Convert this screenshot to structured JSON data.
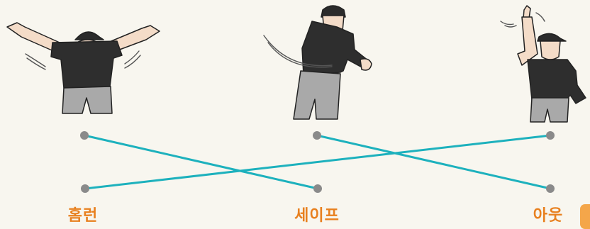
{
  "labels": {
    "left": "홈런",
    "center": "세이프",
    "right": "아웃"
  },
  "colors": {
    "label": "#e8801f",
    "line": "#1db1bd",
    "dot": "#8a8a8a",
    "shirt": "#2e2e2e",
    "cap": "#2b2b2b",
    "skin": "#f4dcc8",
    "pants": "#a9a9a9",
    "outline": "#222222",
    "tab": "#f4a64a"
  },
  "icons": {
    "left": "umpire-home-run-signal-icon",
    "center": "umpire-safe-signal-icon",
    "right": "umpire-out-signal-icon"
  },
  "connections": [
    {
      "from": "top-left",
      "to": "bottom-center"
    },
    {
      "from": "bottom-left",
      "to": "top-right"
    },
    {
      "from": "top-center",
      "to": "bottom-right"
    }
  ]
}
